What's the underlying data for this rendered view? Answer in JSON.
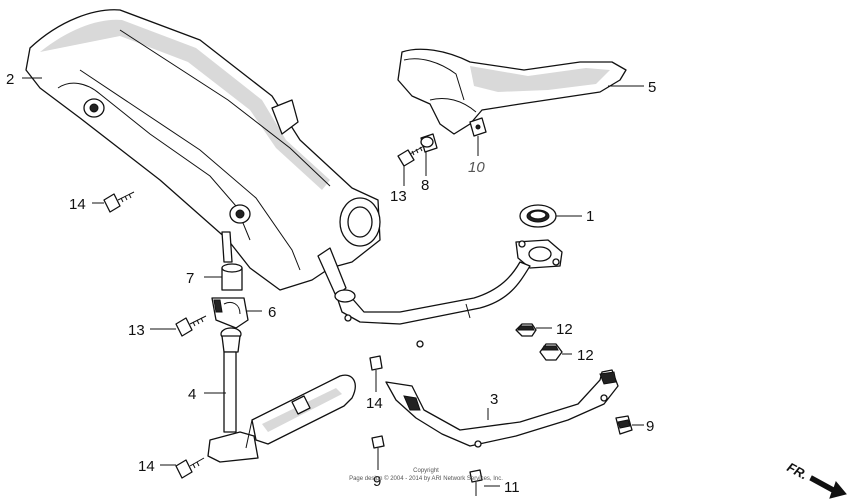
{
  "callouts": {
    "c1": "1",
    "c2": "2",
    "c3": "3",
    "c4": "4",
    "c5": "5",
    "c6": "6",
    "c7": "7",
    "c8": "8",
    "c9a": "9",
    "c9b": "9",
    "c10": "10",
    "c11": "11",
    "c12a": "12",
    "c12b": "12",
    "c13a": "13",
    "c13b": "13",
    "c14a": "14",
    "c14b": "14",
    "c14c": "14"
  },
  "direction_label": "FR.",
  "copyright": {
    "line1": "Copyright",
    "line2": "Page design © 2004 - 2014 by ARI Network Services, Inc."
  },
  "colors": {
    "ink": "#111111",
    "shading": "#d9d9d9",
    "background": "#ffffff"
  }
}
